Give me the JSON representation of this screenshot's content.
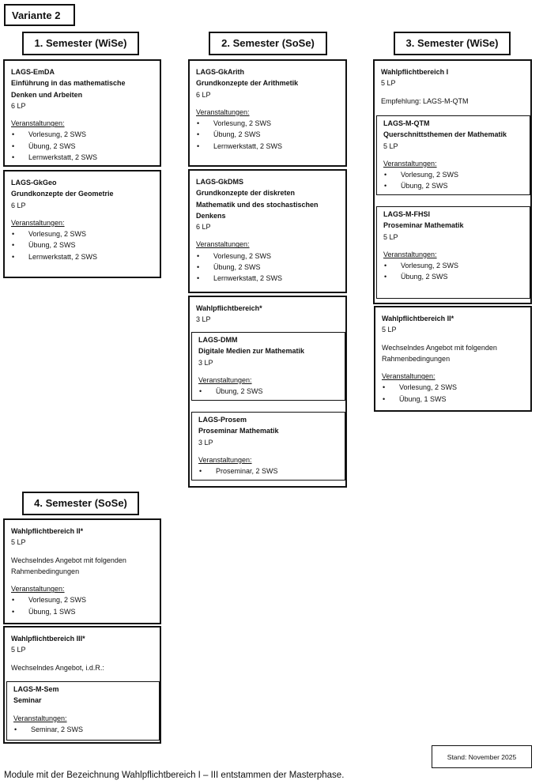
{
  "variant": "Variante 2",
  "semesters": [
    "1. Semester (WiSe)",
    "2. Semester (SoSe)",
    "3. Semester (WiSe)",
    "4. Semester (SoSe)"
  ],
  "sem1": {
    "emda": {
      "code": "LAGS-EmDA",
      "title1": "Einführung in das mathematische",
      "title2": "Denken und Arbeiten",
      "lp": "6 LP",
      "label": "Veranstaltungen:",
      "items": [
        "Vorlesung, 2 SWS",
        "Übung, 2 SWS",
        "Lernwerkstatt, 2 SWS"
      ]
    },
    "gkgeo": {
      "code": "LAGS-GkGeo",
      "title": "Grundkonzepte der Geometrie",
      "lp": "6 LP",
      "label": "Veranstaltungen:",
      "items": [
        "Vorlesung, 2 SWS",
        "Übung, 2 SWS",
        "Lernwerkstatt, 2 SWS"
      ]
    }
  },
  "sem2": {
    "gkarith": {
      "code": "LAGS-GkArith",
      "title": "Grundkonzepte der Arithmetik",
      "lp": "6 LP",
      "label": "Veranstaltungen:",
      "items": [
        "Vorlesung, 2 SWS",
        "Übung, 2 SWS",
        "Lernwerkstatt, 2 SWS"
      ]
    },
    "gkdms": {
      "code": "LAGS-GkDMS",
      "title1": "Grundkonzepte der diskreten",
      "title2": "Mathematik und des stochastischen",
      "title3": "Denkens",
      "lp": "6 LP",
      "label": "Veranstaltungen:",
      "items": [
        "Vorlesung, 2 SWS",
        "Übung, 2 SWS",
        "Lernwerkstatt, 2 SWS"
      ]
    },
    "wpb": {
      "title": "Wahlpflichtbereich*",
      "lp": "3 LP",
      "dmm": {
        "code": "LAGS-DMM",
        "title": "Digitale Medien zur Mathematik",
        "lp": "3 LP",
        "label": "Veranstaltungen:",
        "items": [
          "Übung, 2 SWS"
        ]
      },
      "prosem": {
        "code": "LAGS-Prosem",
        "title": "Proseminar Mathematik",
        "lp": "3 LP",
        "label": "Veranstaltungen:",
        "items": [
          "Proseminar, 2 SWS"
        ]
      }
    }
  },
  "sem3": {
    "wpb1": {
      "title": "Wahlpflichtbereich I",
      "lp": "5 LP",
      "empf": "Empfehlung: LAGS-M-QTM",
      "qtm": {
        "code": "LAGS-M-QTM",
        "title": "Querschnittsthemen der Mathematik",
        "lp": "5 LP",
        "label": "Veranstaltungen:",
        "items": [
          "Vorlesung, 2 SWS",
          "Übung, 2 SWS"
        ]
      },
      "fhsi": {
        "code": "LAGS-M-FHSI",
        "title": "Proseminar Mathematik",
        "lp": "5 LP",
        "label": "Veranstaltungen:",
        "items": [
          "Vorlesung, 2 SWS",
          "Übung, 2 SWS"
        ]
      }
    },
    "wpb2": {
      "title": "Wahlpflichtbereich II*",
      "lp": "5 LP",
      "desc1": "Wechselndes Angebot mit folgenden",
      "desc2": "Rahmenbedingungen",
      "label": "Veranstaltungen:",
      "items": [
        "Vorlesung, 2 SWS",
        "Übung, 1 SWS"
      ]
    }
  },
  "sem4": {
    "wpb2": {
      "title": "Wahlpflichtbereich II*",
      "lp": "5 LP",
      "desc1": "Wechselndes Angebot mit folgenden",
      "desc2": "Rahmenbedingungen",
      "label": "Veranstaltungen:",
      "items": [
        "Vorlesung, 2 SWS",
        "Übung, 1 SWS"
      ]
    },
    "wpb3": {
      "title": "Wahlpflichtbereich III*",
      "lp": "5 LP",
      "desc": "Wechselndes Angebot, i.d.R.:",
      "sem": {
        "code": "LAGS-M-Sem",
        "title": "Seminar",
        "label": "Veranstaltungen:",
        "items": [
          "Seminar, 2 SWS"
        ]
      }
    }
  },
  "stand": "Stand: November 2025",
  "footnote": "Module mit der Bezeichnung Wahlpflichtbereich I – III entstammen der Masterphase."
}
